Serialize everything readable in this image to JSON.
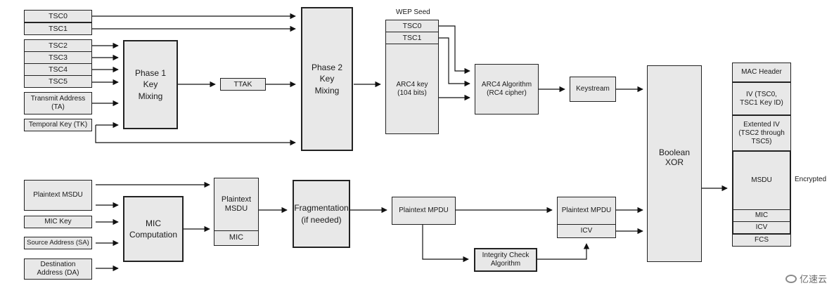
{
  "inputs": {
    "tsc0": "TSC0",
    "tsc1": "TSC1",
    "tsc2": "TSC2",
    "tsc3": "TSC3",
    "tsc4": "TSC4",
    "tsc5": "TSC5",
    "transmit_address": "Transmit Address\n(TA)",
    "temporal_key": "Temporal Key (TK)",
    "plaintext_msdu": "Plaintext MSDU",
    "mic_key": "MIC Key",
    "source_address": "Source Address (SA)",
    "destination_address": "Destination\nAddress (DA)"
  },
  "processes": {
    "phase1": "Phase 1\nKey\nMixing",
    "ttak": "TTAK",
    "phase2": "Phase 2\nKey\nMixing",
    "arc4_algorithm": "ARC4 Algorithm\n(RC4 cipher)",
    "keystream": "Keystream",
    "boolean_xor": "Boolean\nXOR",
    "mic_computation": "MIC\nComputation",
    "fragmentation": "Fragmentation\n(if needed)",
    "plaintext_mpdu": "Plaintext MPDU",
    "integrity_check": "Integrity Check\nAlgorithm"
  },
  "wep_seed": {
    "title": "WEP Seed",
    "tsc0": "TSC0",
    "tsc1": "TSC1",
    "arc4_key": "ARC4 key\n(104 bits)"
  },
  "msdu_mic": {
    "msdu": "Plaintext\nMSDU",
    "mic": "MIC"
  },
  "mpdu_icv": {
    "mpdu": "Plaintext MPDU",
    "icv": "ICV"
  },
  "output_frame": {
    "mac_header": "MAC Header",
    "iv": "IV (TSC0,\nTSC1 Key ID)",
    "extended_iv": "Extented IV\n(TSC2 through\nTSC5)",
    "msdu": "MSDU",
    "mic": "MIC",
    "icv": "ICV",
    "fcs": "FCS",
    "encrypted_label": "Encrypted"
  },
  "watermark": "亿速云"
}
